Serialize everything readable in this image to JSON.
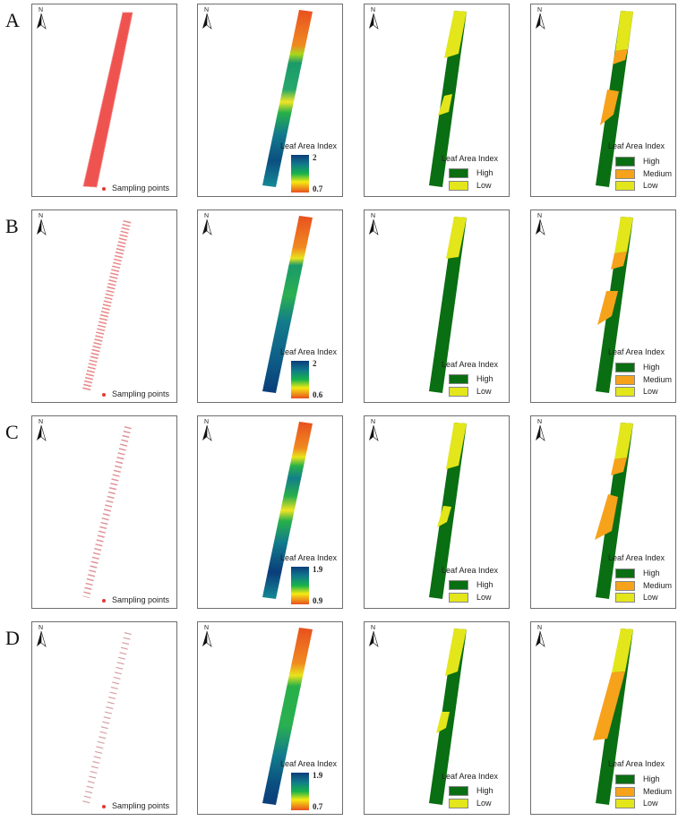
{
  "figure": {
    "rows": [
      {
        "label": "A",
        "ramp_max": "2",
        "ramp_min": "0.7"
      },
      {
        "label": "B",
        "ramp_max": "2",
        "ramp_min": "0.6"
      },
      {
        "label": "C",
        "ramp_max": "1.9",
        "ramp_min": "0.9"
      },
      {
        "label": "D",
        "ramp_max": "1.9",
        "ramp_min": "0.7"
      }
    ],
    "north_label": "N",
    "sampling_legend": "Sampling points",
    "lai_legend_title": "Leaf Area Index",
    "class_labels": {
      "high": "High",
      "medium": "Medium",
      "low": "Low"
    },
    "colors": {
      "sampling_point": "#e53935",
      "high": "#0a6e12",
      "medium": "#f7a21b",
      "low": "#e3e61a",
      "ramp_high": "#0b3d7a",
      "ramp_mid": "#17b34a",
      "ramp_yellow": "#f5ea12",
      "ramp_low": "#e8501f",
      "border": "#6e6e6e"
    }
  }
}
